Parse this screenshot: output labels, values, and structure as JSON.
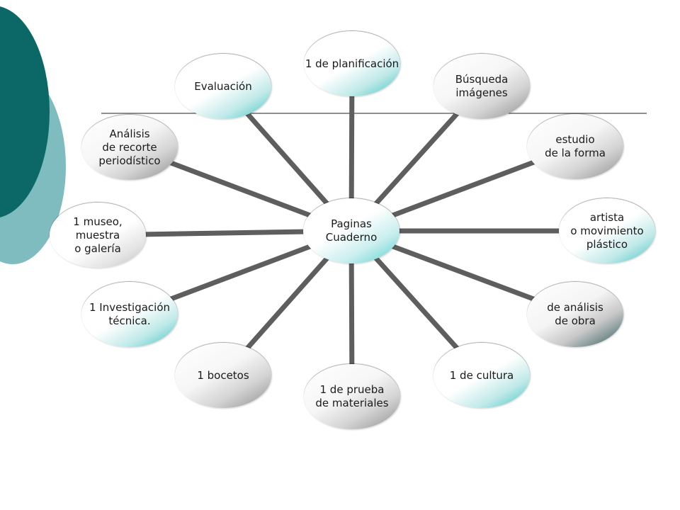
{
  "diagram": {
    "center": {
      "label": "Paginas\nCuaderno"
    },
    "nodes": [
      {
        "id": "planificacion",
        "label": "1 de planificación",
        "fill": "teal"
      },
      {
        "id": "busqueda",
        "label": "Búsqueda\nimágenes",
        "fill": "gray"
      },
      {
        "id": "estudio",
        "label": "estudio\nde la forma",
        "fill": "gray"
      },
      {
        "id": "artista",
        "label": "artista\no movimiento\nplástico",
        "fill": "teal"
      },
      {
        "id": "analisis-obra",
        "label": "de análisis\nde obra",
        "fill": "dark"
      },
      {
        "id": "cultura",
        "label": "1 de cultura",
        "fill": "teal"
      },
      {
        "id": "prueba",
        "label": "1 de prueba\nde materiales",
        "fill": "gray"
      },
      {
        "id": "bocetos",
        "label": "1 bocetos",
        "fill": "gray"
      },
      {
        "id": "investigacion",
        "label": "1 Investigación\ntécnica.",
        "fill": "teal"
      },
      {
        "id": "museo",
        "label": "1 museo,\nmuestra\no galería",
        "fill": "light"
      },
      {
        "id": "analisis-recorte",
        "label": "Análisis\nde recorte\nperiodístico",
        "fill": "gray"
      },
      {
        "id": "evaluacion",
        "label": "Evaluación",
        "fill": "teal"
      }
    ]
  },
  "colors": {
    "spoke": "#5e5e5e",
    "rule": "#222222",
    "accent_dark": "#0b6866",
    "accent_light": "#7fbcc0"
  }
}
